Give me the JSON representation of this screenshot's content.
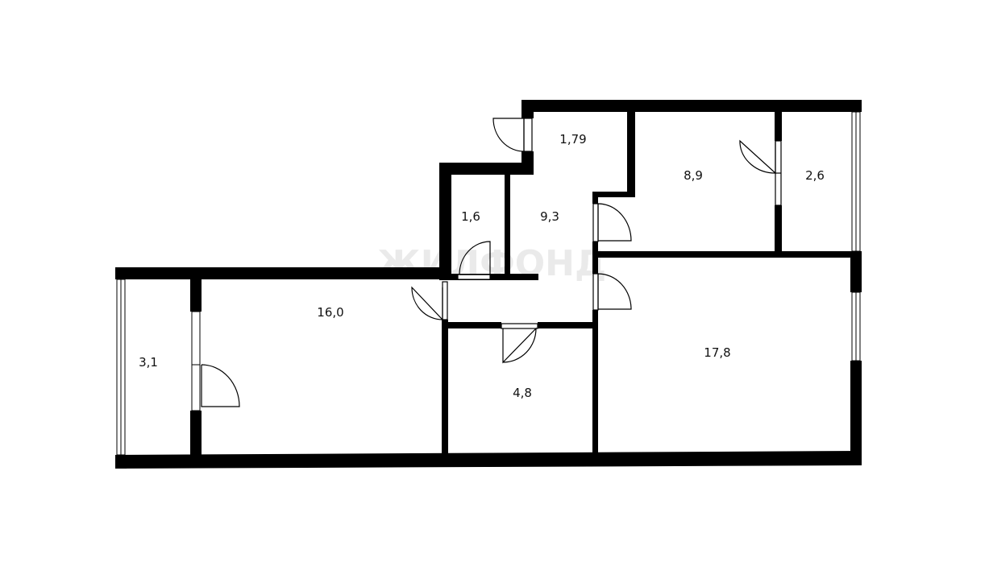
{
  "plan": {
    "watermark": "ЖИЛФОНД",
    "wall_color": "#000000",
    "rooms": [
      {
        "id": "vestibule",
        "area": "1,79"
      },
      {
        "id": "room-small",
        "area": "8,9"
      },
      {
        "id": "balcony-right",
        "area": "2,6"
      },
      {
        "id": "bathroom",
        "area": "1,6"
      },
      {
        "id": "hall",
        "area": "9,3"
      },
      {
        "id": "living-room",
        "area": "16,0"
      },
      {
        "id": "bedroom",
        "area": "17,8"
      },
      {
        "id": "kitchen-or-wc",
        "area": "4,8"
      },
      {
        "id": "balcony-left",
        "area": "3,1"
      }
    ]
  }
}
